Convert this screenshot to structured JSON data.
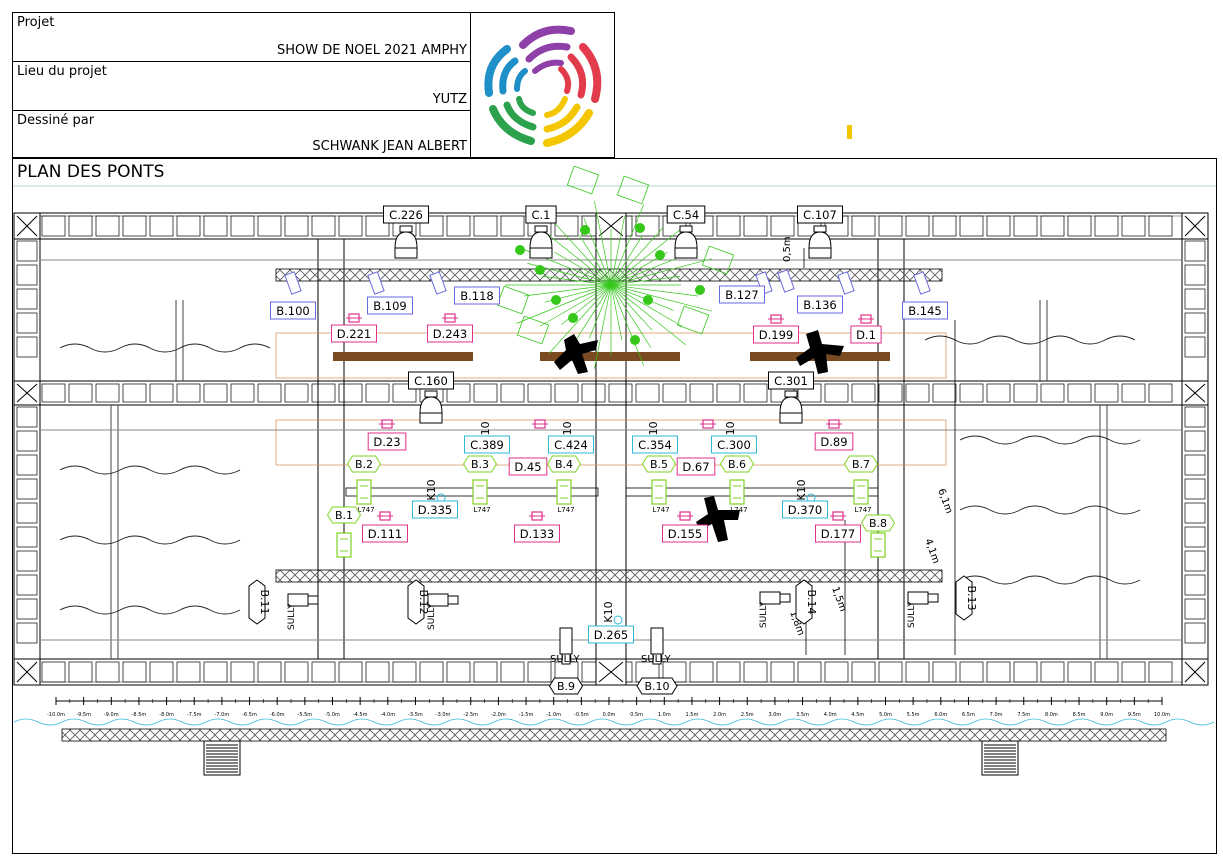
{
  "title_block": {
    "project_label": "Projet",
    "project_value": "SHOW DE NOEL 2021 AMPHY",
    "location_label": "Lieu du projet",
    "location_value": "YUTZ",
    "drawn_by_label": "Dessiné par",
    "drawn_by_value": "SCHWANK JEAN ALBERT"
  },
  "plan": {
    "title": "PLAN DES PONTS",
    "fixtures_c": [
      "C.226",
      "C.1",
      "C.54",
      "C.107",
      "C.160",
      "C.301"
    ],
    "fixtures_b_top": [
      "B.100",
      "B.109",
      "B.118",
      "B.127",
      "B.136",
      "B.145"
    ],
    "fixtures_d_top": [
      "D.221",
      "D.243",
      "D.199",
      "D.1"
    ],
    "fixtures_d_mid": [
      "D.23",
      "D.45",
      "D.67",
      "D.89"
    ],
    "fixtures_c_mid": [
      "C.389",
      "C.424",
      "C.354",
      "C.300"
    ],
    "fixtures_b_mid": [
      "B.2",
      "B.3",
      "B.4",
      "B.5",
      "B.6",
      "B.7"
    ],
    "fixtures_d_low": [
      "D.335",
      "D.370"
    ],
    "fixtures_d_bottom": [
      "D.111",
      "D.133",
      "D.155",
      "D.177"
    ],
    "fixtures_b_low": [
      "B.1",
      "B.8"
    ],
    "fixtures_b_side": [
      "B.11",
      "B.12",
      "B.14",
      "B.13"
    ],
    "fixtures_b_bottom": [
      "B.9",
      "B.10"
    ],
    "fixture_d_center": "D.265",
    "k10_label": "K10",
    "l747_label": "L747",
    "sully_label": "SULLY",
    "dim_05": "0,5m",
    "dim_61": "6,1m",
    "dim_41": "4,1m",
    "dim_15": "1,5m",
    "dim_18": "1,8m",
    "scale_ticks": [
      "-10.0m",
      "-9.5m",
      "-9.0m",
      "-8.5m",
      "-8.0m",
      "-7.5m",
      "-7.0m",
      "-6.5m",
      "-6.0m",
      "-5.5m",
      "-5.0m",
      "-4.5m",
      "-4.0m",
      "-3.5m",
      "-3.0m",
      "-2.5m",
      "-2.0m",
      "-1.5m",
      "-1.0m",
      "-0.5m",
      "0.0m",
      "0.5m",
      "1.0m",
      "1.5m",
      "2.0m",
      "2.5m",
      "3.0m",
      "3.5m",
      "4.0m",
      "4.5m",
      "5.0m",
      "5.5m",
      "6.0m",
      "6.5m",
      "7.0m",
      "7.5m",
      "8.0m",
      "8.5m",
      "9.0m",
      "9.5m",
      "10.0m"
    ]
  },
  "colors": {
    "c_fixture": "#000000",
    "b_fixture": "#6a6ae0",
    "d_fixture": "#e0308a",
    "k10": "#2fb8d8",
    "led_green": "#7ed321",
    "truss_brown": "#7a4a22",
    "burst_green": "#35c81a",
    "logo_purple": "#8e3fa8",
    "logo_red": "#e23b4c",
    "logo_yellow": "#f3c600",
    "logo_green": "#2ba24b",
    "logo_blue": "#1f8fc8"
  }
}
